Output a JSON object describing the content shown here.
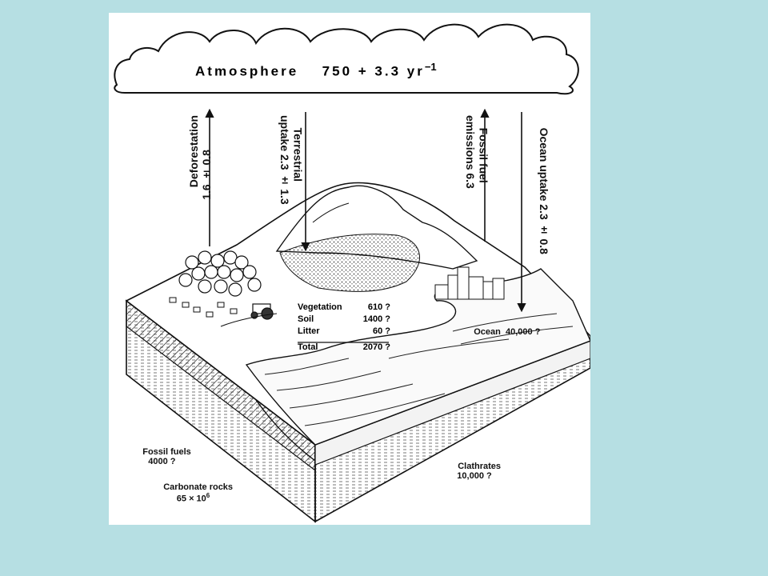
{
  "atmosphere": {
    "label": "Atmosphere",
    "value": "750 + 3.3",
    "unit": "yr",
    "exponent": "−1"
  },
  "fluxes": {
    "deforestation": {
      "line1": "Deforestation",
      "line2": "1.6 ± 0.8"
    },
    "terrestrial_uptake": {
      "line1": "Terrestrial",
      "line2": "uptake 2.3 ± 1.3"
    },
    "fossil_emissions": {
      "line1": "Fossil fuel",
      "line2": "emissions 6.3"
    },
    "ocean_uptake": {
      "line1": "Ocean uptake 2.3 ± 0.8"
    }
  },
  "land_pools": {
    "rows": [
      {
        "name": "Vegetation",
        "value": "610 ?"
      },
      {
        "name": "Soil",
        "value": "1400 ?"
      },
      {
        "name": "Litter",
        "value": "60 ?"
      }
    ],
    "total": {
      "name": "Total",
      "value": "2070 ?"
    }
  },
  "ocean": {
    "label": "Ocean",
    "value": "40,000 ?"
  },
  "clathrates": {
    "line1": "Clathrates",
    "line2": "10,000 ?"
  },
  "fossil_fuels": {
    "line1": "Fossil fuels",
    "line2": "4000 ?"
  },
  "carbonate_rocks": {
    "line1": "Carbonate rocks",
    "line2": "65 × 10",
    "exponent": "6"
  }
}
